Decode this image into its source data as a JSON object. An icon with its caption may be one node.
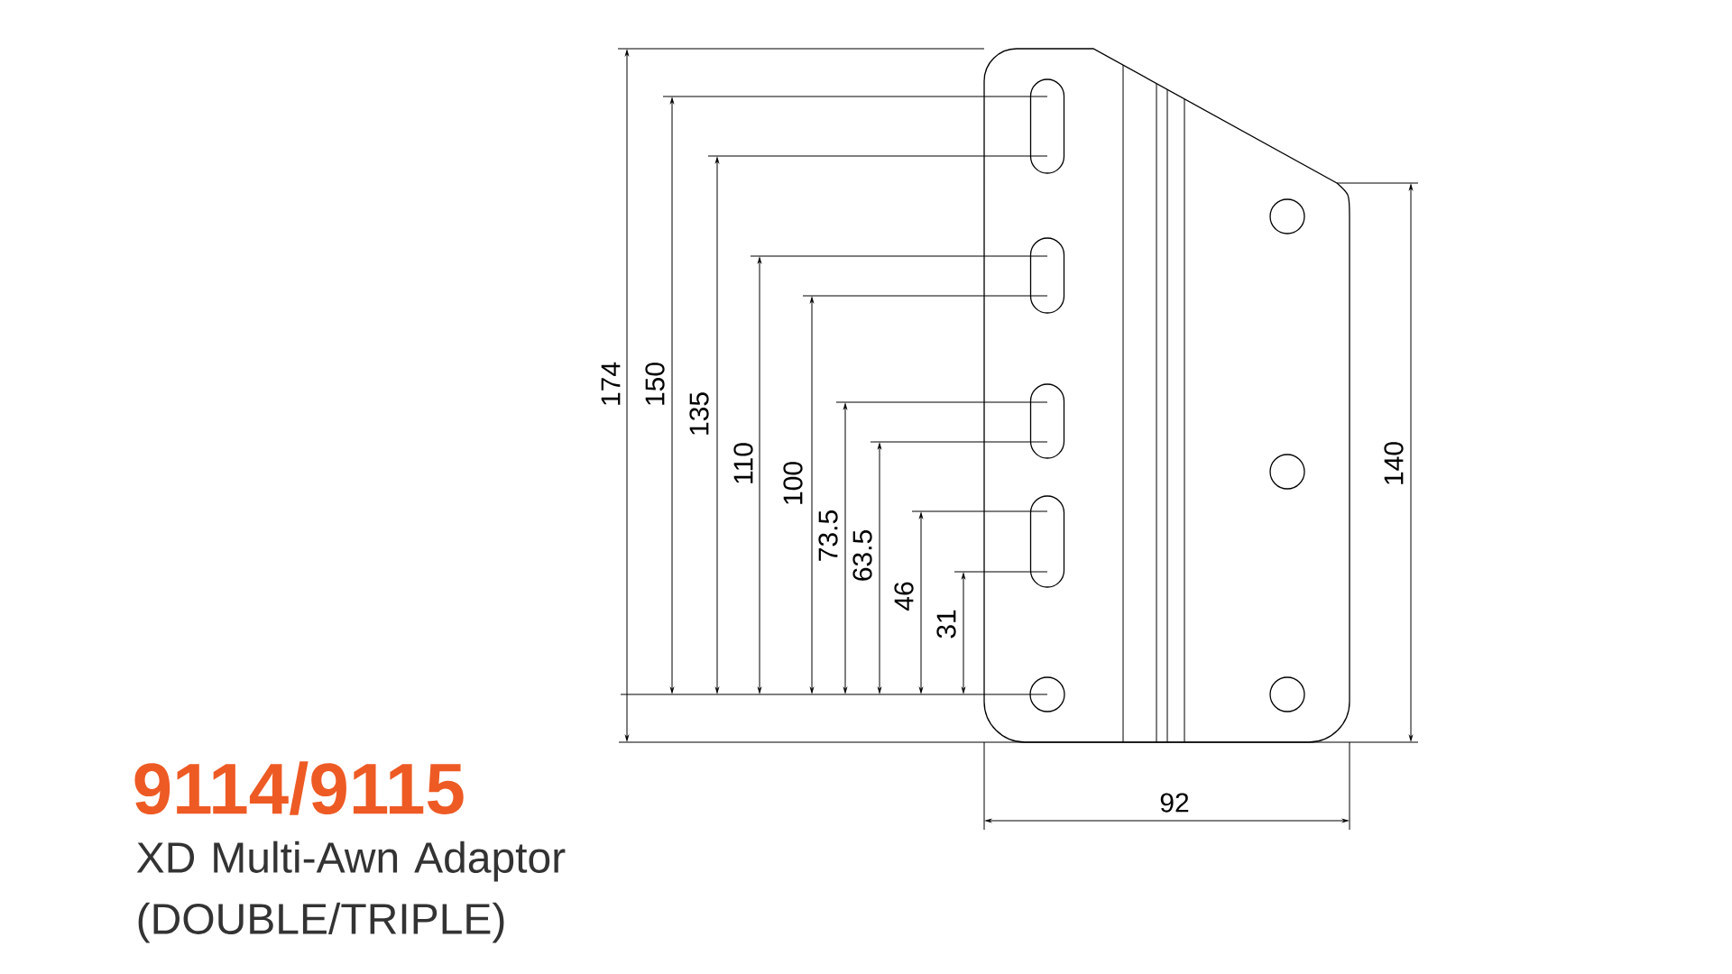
{
  "diagram": {
    "title": "9114/9115",
    "caption": "XD Multi-Awn Adaptor (DOUBLE/TRIPLE)",
    "labels": [
      "174",
      "150",
      "135",
      "110",
      "100",
      "73.5",
      "63.5",
      "46",
      "31",
      "140",
      "92"
    ]
  }
}
